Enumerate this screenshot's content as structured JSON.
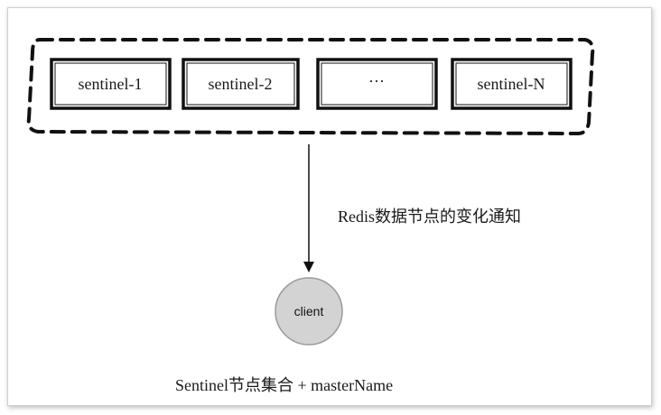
{
  "sentinel_group": {
    "nodes": [
      {
        "label": "sentinel-1"
      },
      {
        "label": "sentinel-2"
      },
      {
        "label": "···"
      },
      {
        "label": "sentinel-N"
      }
    ]
  },
  "edge": {
    "label": "Redis数据节点的变化通知"
  },
  "client": {
    "label": "client",
    "fill_color": "#d3d3d3"
  },
  "caption": "Sentinel节点集合 + masterName"
}
